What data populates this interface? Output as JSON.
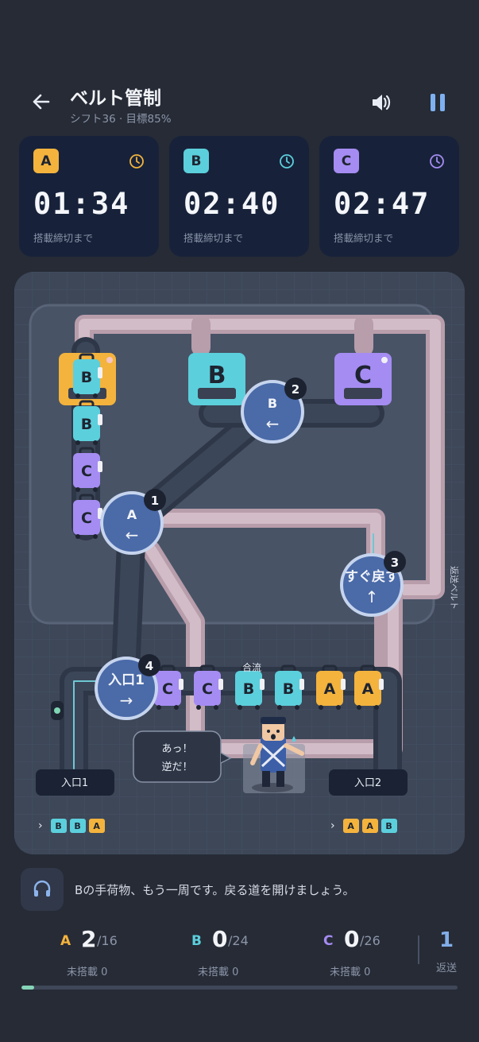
{
  "header": {
    "title": "ベルト管制",
    "subtitle": "シフト36 · 目標85%"
  },
  "colors": {
    "A": "#f3b33d",
    "B": "#5ccfdc",
    "C": "#a58cf2",
    "gate": "#4a6aa8",
    "belt": "#3f4a5c",
    "loop": "#b59ba8"
  },
  "cards": [
    {
      "letter": "A",
      "time": "01:34",
      "label": "搭載締切まで"
    },
    {
      "letter": "B",
      "time": "02:40",
      "label": "搭載締切まで"
    },
    {
      "letter": "C",
      "time": "02:47",
      "label": "搭載締切まで"
    }
  ],
  "board": {
    "bins": [
      "B",
      "C"
    ],
    "stack": [
      "B",
      "B",
      "C",
      "C"
    ],
    "gates": [
      {
        "num": "1",
        "label": "A",
        "arrow": "←"
      },
      {
        "num": "2",
        "label": "B",
        "arrow": "←"
      },
      {
        "num": "3",
        "label": "すぐ戻す",
        "arrow": "↑"
      },
      {
        "num": "4",
        "label": "入口1",
        "arrow": "→"
      }
    ],
    "queue": [
      "C",
      "C",
      "B",
      "B",
      "A",
      "A"
    ],
    "merge_label": "合流",
    "loop_label": "返送ベルト",
    "entrances": [
      "入口1",
      "入口2"
    ],
    "incoming1": [
      "B",
      "B",
      "A"
    ],
    "incoming2": [
      "A",
      "A",
      "B"
    ],
    "speech": [
      "あっ！",
      "逆だ！"
    ]
  },
  "hint": "Bの手荷物、もう一周です。戻る道を開けましょう。",
  "stats": [
    {
      "letter": "A",
      "loaded": "2",
      "total": "/16",
      "unloaded": "未搭載 0"
    },
    {
      "letter": "B",
      "loaded": "0",
      "total": "/24",
      "unloaded": "未搭載 0"
    },
    {
      "letter": "C",
      "loaded": "0",
      "total": "/26",
      "unloaded": "未搭載 0"
    }
  ],
  "returned": {
    "count": "1",
    "label": "返送"
  },
  "progress": 0.03
}
